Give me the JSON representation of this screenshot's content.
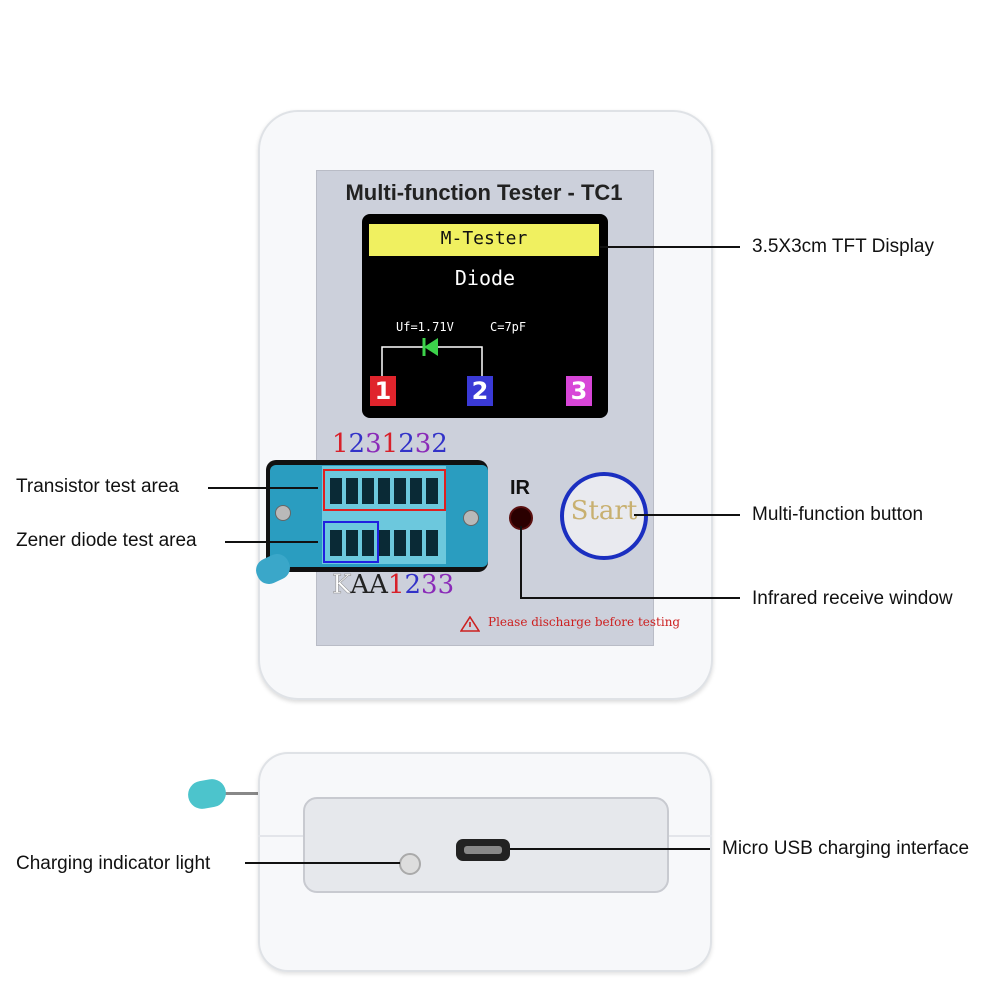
{
  "device": {
    "title": "Multi-function Tester - TC1",
    "screen": {
      "header": "M-Tester",
      "mode": "Diode",
      "vf": "Uf=1.71V",
      "capacitance": "C=7pF",
      "pins": [
        "1",
        "2",
        "3"
      ]
    },
    "socket_top_digits": [
      "1",
      "2",
      "3",
      "1",
      "2",
      "3",
      "2"
    ],
    "socket_bottom_digits": [
      "K",
      "A",
      "A",
      "1",
      "2",
      "3",
      "3"
    ],
    "ir_label": "IR",
    "button_label": "Start",
    "warning": "Please discharge before testing"
  },
  "callouts": {
    "display": "3.5X3cm TFT Display",
    "transistor": "Transistor test area",
    "zener": "Zener diode test area",
    "button": "Multi-function button",
    "ir": "Infrared  receive window",
    "usb": "Micro USB charging interface",
    "led": "Charging indicator light"
  },
  "colors": {
    "pin1": "#e0242c",
    "pin2": "#3a3ad6",
    "pin3": "#d846d8",
    "digit_red": "#d8202a",
    "digit_blue": "#3232c8",
    "digit_purple": "#8a2ab8"
  }
}
